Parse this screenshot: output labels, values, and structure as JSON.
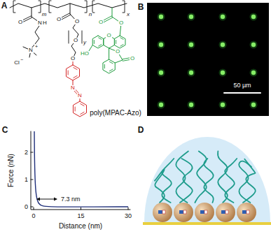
{
  "diagram": {
    "labels": [
      "A",
      "B",
      "C",
      "D",
      "m",
      "n",
      "x",
      "y",
      "N",
      "H",
      "N",
      "+",
      "Cl",
      "−",
      "O",
      "O",
      "O",
      "O",
      "O",
      "N",
      "N",
      "O",
      "O",
      "O",
      "HO",
      "O",
      "O",
      "poly(MPAC-Azo)",
      "50 µm",
      "Force (nN)",
      "0",
      "1",
      "2",
      "0",
      "15",
      "30",
      "Distance (nm)",
      "7.3 nm"
    ]
  }
}
